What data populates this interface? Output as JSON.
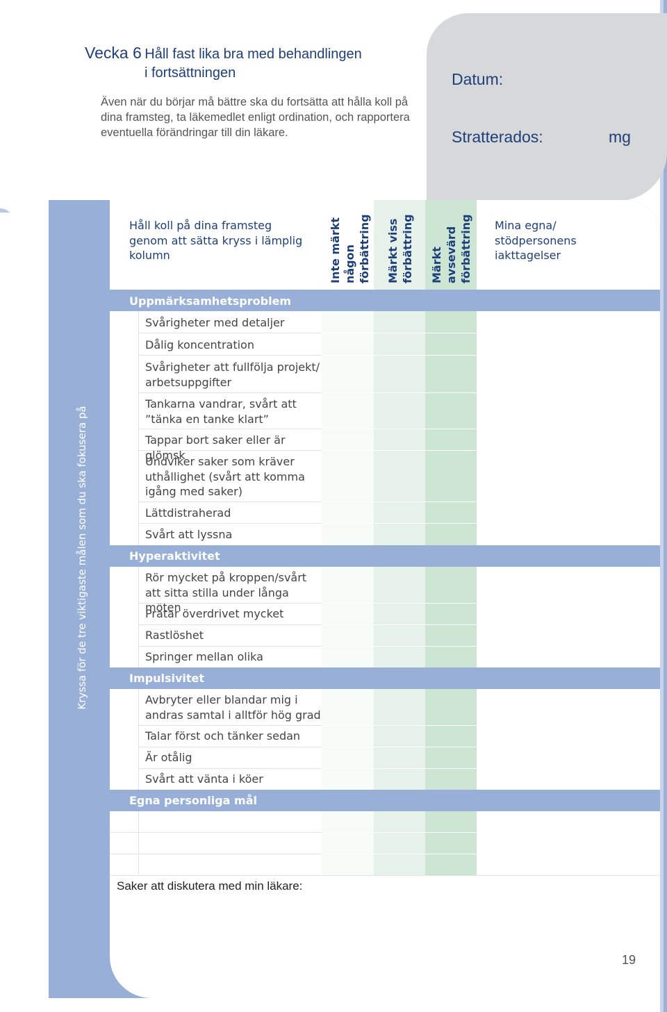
{
  "header": {
    "week_number": "Vecka 6",
    "title_line1": "Håll fast lika bra med behandlingen",
    "title_line2": "i fortsättningen",
    "intro": "Även när du börjar må bättre ska du fortsätta att hålla koll på dina framsteg, ta läkemedlet enligt ordination, och rapportera eventuella förändringar till din läkare."
  },
  "panel": {
    "date_label": "Datum:",
    "dose_label": "Stratterados:",
    "dose_unit": "mg"
  },
  "side_label": "Kryssa för de tre viktigaste målen som du ska fokusera på",
  "table_header": {
    "instruction": "Håll koll på dina framsteg genom att sätta kryss i lämplig kolumn",
    "col1": [
      "Inte märkt",
      "någon",
      "förbättring"
    ],
    "col2": [
      "Märkt viss",
      "förbättring"
    ],
    "col3": [
      "Märkt",
      "avsevärd",
      "förbättring"
    ],
    "observations": "Mina egna/ stödpersonens iakttagelser"
  },
  "sections": {
    "attention": {
      "title": "Uppmärksamhetsproblem",
      "items": [
        "Svårigheter med detaljer",
        "Dålig koncentration",
        "Svårigheter att fullfölja projekt/ arbetsuppgifter",
        "Tankarna vandrar, svårt att ”tänka en tanke klart”",
        "Tappar bort saker eller är glömsk",
        "Undviker saker som kräver uthållighet (svårt att komma igång med saker)",
        "Lättdistraherad",
        "Svårt att lyssna"
      ]
    },
    "hyperactivity": {
      "title": "Hyperaktivitet",
      "items": [
        "Rör mycket på kroppen/svårt att sitta stilla under långa möten",
        "Pratar överdrivet mycket",
        "Rastlöshet",
        "Springer mellan olika aktiviteter"
      ]
    },
    "impulsivity": {
      "title": "Impulsivitet",
      "items": [
        "Avbryter eller blandar mig i andras samtal i alltför hög grad",
        "Talar först och tänker sedan",
        "Är otålig",
        "Svårt att vänta i köer"
      ]
    },
    "personal": {
      "title": "Egna personliga mål"
    }
  },
  "footer": {
    "discuss_label": "Saker att diskutera med min läkare:",
    "page_number": "19"
  }
}
